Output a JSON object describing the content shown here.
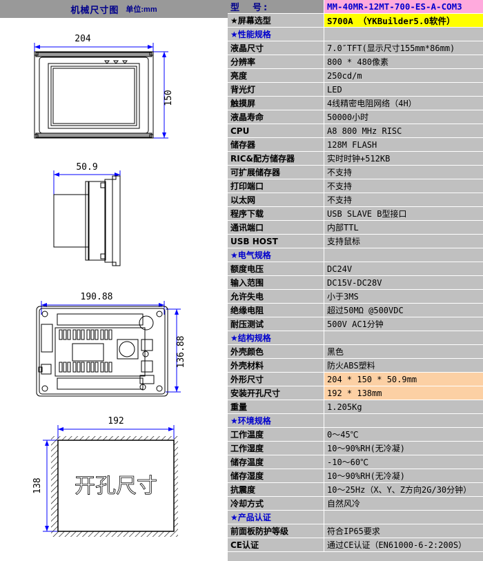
{
  "drawing": {
    "title": "机械尺寸图",
    "unit_label": "单位:mm",
    "front_view": {
      "width_dim": "204",
      "height_dim": "150",
      "indicator_count": 3
    },
    "side_view": {
      "depth_dim": "50.9"
    },
    "rear_view": {
      "width_dim": "190.88",
      "height_dim": "136.88"
    },
    "cutout_view": {
      "width_dim": "192",
      "height_dim": "138",
      "label": "开孔尺寸"
    }
  },
  "spec": {
    "model_label": "型　号:",
    "model_value": "MM-40MR-12MT-700-ES-A-COM3",
    "rows": [
      {
        "label": "★屏幕选型",
        "value": "S700A  （YKBuilder5.0软件）",
        "style": "screen"
      },
      {
        "label": "★性能规格",
        "value": "",
        "style": "section"
      },
      {
        "label": "液晶尺寸",
        "value": "7.0″TFT(显示尺寸155mm*86mm)",
        "style": "normal"
      },
      {
        "label": "分辨率",
        "value": "800 * 480像素",
        "style": "normal"
      },
      {
        "label": "亮度",
        "value": "250cd/m",
        "style": "normal"
      },
      {
        "label": "背光灯",
        "value": "LED",
        "style": "normal"
      },
      {
        "label": "触摸屏",
        "value": "4线精密电阻网络（4H）",
        "style": "normal"
      },
      {
        "label": "液晶寿命",
        "value": "50000小时",
        "style": "normal"
      },
      {
        "label": "CPU",
        "value": "A8 800 MHz RISC",
        "style": "normal"
      },
      {
        "label": "储存器",
        "value": "128M FLASH",
        "style": "normal"
      },
      {
        "label": "RIC&配方储存器",
        "value": "实时时钟+512KB",
        "style": "normal"
      },
      {
        "label": "可扩展储存器",
        "value": "不支持",
        "style": "normal"
      },
      {
        "label": "打印端口",
        "value": "不支持",
        "style": "normal"
      },
      {
        "label": "以太网",
        "value": "不支持",
        "style": "normal"
      },
      {
        "label": "程序下载",
        "value": "USB SLAVE B型接口",
        "style": "normal"
      },
      {
        "label": "通讯端口",
        "value": "内部TTL",
        "style": "normal"
      },
      {
        "label": "USB HOST",
        "value": "支持鼠标",
        "style": "normal"
      },
      {
        "label": "★电气规格",
        "value": "",
        "style": "section"
      },
      {
        "label": "额度电压",
        "value": "DC24V",
        "style": "normal"
      },
      {
        "label": "输入范围",
        "value": "DC15V-DC28V",
        "style": "normal"
      },
      {
        "label": "允许失电",
        "value": "小于3MS",
        "style": "normal"
      },
      {
        "label": "绝缘电阻",
        "value": "超过50MΩ @500VDC",
        "style": "normal"
      },
      {
        "label": "耐压测试",
        "value": "500V AC1分钟",
        "style": "normal"
      },
      {
        "label": "★结构规格",
        "value": "",
        "style": "section"
      },
      {
        "label": "外壳颜色",
        "value": "黑色",
        "style": "normal"
      },
      {
        "label": "外壳材料",
        "value": "防火ABS塑料",
        "style": "normal"
      },
      {
        "label": "外形尺寸",
        "value": "204 * 150 * 50.9mm",
        "style": "hl"
      },
      {
        "label": "安装开孔尺寸",
        "value": "192 * 138mm",
        "style": "hl"
      },
      {
        "label": "重量",
        "value": "1.205Kg",
        "style": "normal"
      },
      {
        "label": "★环境规格",
        "value": "",
        "style": "section"
      },
      {
        "label": "工作温度",
        "value": "0～45℃",
        "style": "normal"
      },
      {
        "label": "工作湿度",
        "value": "10～90%RH(无冷凝)",
        "style": "normal"
      },
      {
        "label": "储存温度",
        "value": "-10～60℃",
        "style": "normal"
      },
      {
        "label": "储存湿度",
        "value": "10～90%RH(无冷凝)",
        "style": "normal"
      },
      {
        "label": "抗震度",
        "value": "10～25Hz（X、Y、Z方向2G/30分钟）",
        "style": "normal"
      },
      {
        "label": "冷却方式",
        "value": "自然风冷",
        "style": "normal"
      },
      {
        "label": "★产品认证",
        "value": "",
        "style": "section"
      },
      {
        "label": "前面板防护等级",
        "value": "符合IP65要求",
        "style": "normal"
      },
      {
        "label": "CE认证",
        "value": "通过CE认证（EN61000-6-2:200S）",
        "style": "normal"
      }
    ]
  },
  "colors": {
    "header_gray": "#999999",
    "table_gray": "#c0c0c0",
    "model_pink": "#ffaadd",
    "screen_yellow": "#ffff00",
    "highlight_orange": "#fcd0a4",
    "title_blue": "#00008B",
    "dim_blue": "#0000ff"
  }
}
